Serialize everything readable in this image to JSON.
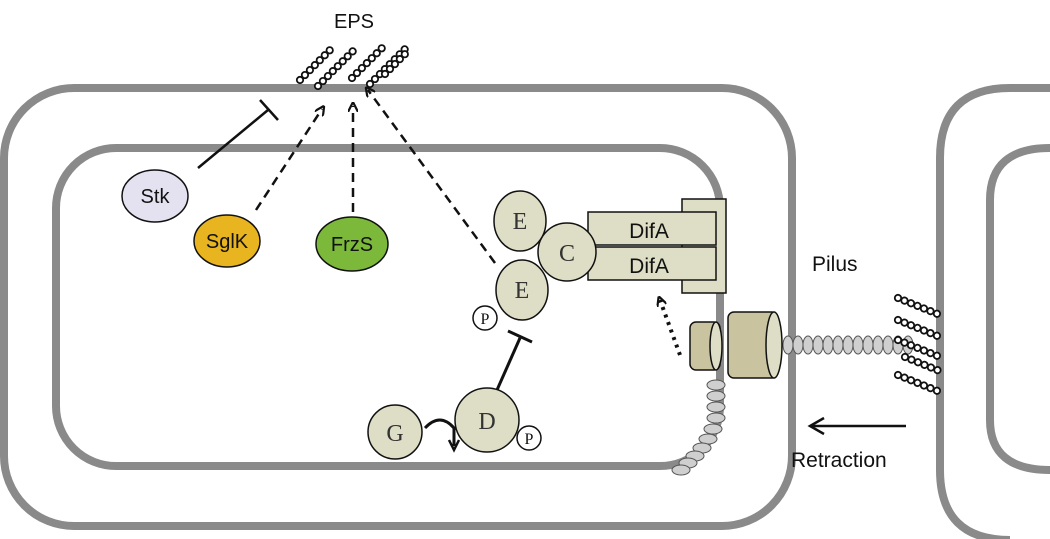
{
  "labels": {
    "eps": "EPS",
    "stk": "Stk",
    "sglk": "SglK",
    "frzs": "FrzS",
    "e_top": "E",
    "e_bottom": "E",
    "c": "C",
    "difa_top": "DifA",
    "difa_bottom": "DifA",
    "p_e": "P",
    "d": "D",
    "g": "G",
    "p_d": "P",
    "pilus": "Pilus",
    "retraction": "Retraction"
  },
  "colors": {
    "membrane": "#8a8a8a",
    "stk_fill": "#e4e2f0",
    "sglk_fill": "#e8b520",
    "frzs_fill": "#7cb93b",
    "protein_fill": "#deddc5",
    "pilus_fill": "#cfcfcf",
    "line": "#111111"
  }
}
